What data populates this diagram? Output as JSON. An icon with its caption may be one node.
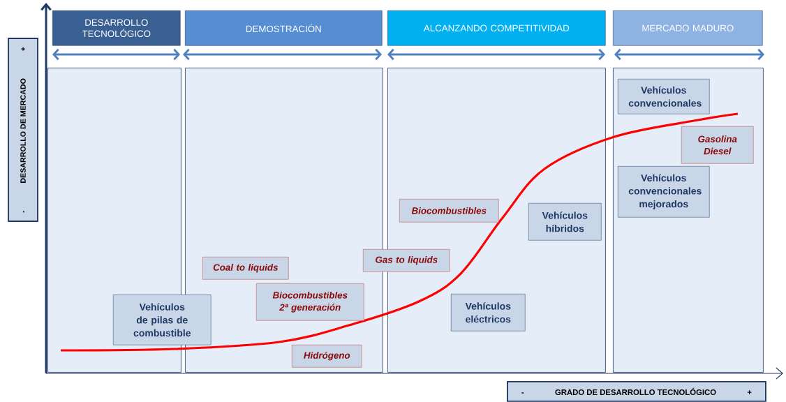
{
  "diagram": {
    "nodes": [
      {
        "text": [
          "DESARROLLO TECNOLÓGICO"
        ]
      },
      {
        "text": [
          "DEMOSTRACIÓN"
        ]
      },
      {
        "text": [
          "ALCANZANDO COMPETITIVIDAD"
        ]
      },
      {
        "text": [
          "MERCADO MADURO"
        ]
      },
      {
        "text": [],
        "shape": "box"
      },
      {
        "text": [],
        "shape": "box"
      },
      {
        "text": [],
        "shape": "box"
      },
      {
        "text": [],
        "shape": "box"
      },
      {
        "text": [
          "Vehículos de pilas de combustible"
        ]
      },
      {
        "text": [
          "Coal to liquids"
        ],
        "in": 5
      },
      {
        "text": [
          "Biocombustibles 2ª generación"
        ],
        "in": 5
      },
      {
        "text": [
          "Hidrógeno"
        ],
        "in": 5
      },
      {
        "text": [
          "Gas to liquids"
        ]
      },
      {
        "text": [
          "Biocombustibles"
        ],
        "in": 6
      },
      {
        "text": [
          "Vehículos eléctricos"
        ],
        "in": 6
      },
      {
        "text": [
          "Vehículos híbridos"
        ],
        "in": 6
      },
      {
        "text": [
          "Vehículos convencionales"
        ],
        "in": 7
      },
      {
        "text": [
          "Gasolina Diesel"
        ],
        "in": 7
      },
      {
        "text": [
          "Vehículos convencionales mejorados"
        ],
        "in": 7
      },
      {
        "text": [
          "+",
          "DESARROLLO DE MERCADO",
          "-"
        ]
      },
      {
        "text": [
          "-",
          "GRADO DE DESARROLLO TECNOLÓGICO",
          "+"
        ]
      }
    ]
  }
}
